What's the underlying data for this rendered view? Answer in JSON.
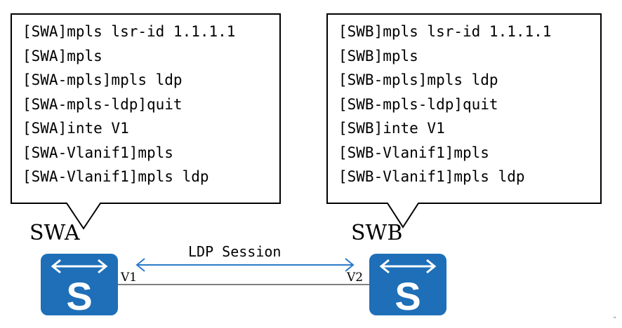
{
  "swa": {
    "name": "SWA",
    "port": "V1",
    "commands": [
      "[SWA]mpls lsr-id 1.1.1.1",
      "[SWA]mpls",
      "[SWA-mpls]mpls ldp",
      "[SWA-mpls-ldp]quit",
      "[SWA]inte V1",
      "[SWA-Vlanif1]mpls",
      "[SWA-Vlanif1]mpls ldp"
    ]
  },
  "swb": {
    "name": "SWB",
    "port": "V2",
    "commands": [
      "[SWB]mpls lsr-id 1.1.1.1",
      "[SWB]mpls",
      "[SWB-mpls]mpls ldp",
      "[SWB-mpls-ldp]quit",
      "[SWB]inte V1",
      "[SWB-Vlanif1]mpls",
      "[SWB-Vlanif1]mpls ldp"
    ]
  },
  "session_label": "LDP Session",
  "switch_glyph": "S",
  "corner_mark": "“",
  "colors": {
    "switch_fill": "#1e6fb8",
    "session_arrow": "#2a7ac9",
    "link_line": "#808080"
  }
}
